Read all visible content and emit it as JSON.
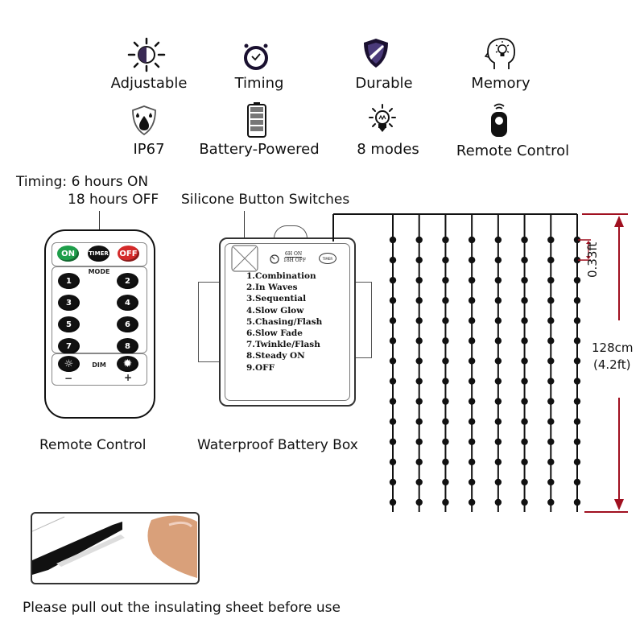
{
  "features": [
    {
      "label": "Adjustable",
      "icon": "brightness-icon"
    },
    {
      "label": "Timing",
      "icon": "stopwatch-icon"
    },
    {
      "label": "Durable",
      "icon": "shield-icon"
    },
    {
      "label": "Memory",
      "icon": "head-lightbulb-icon"
    },
    {
      "label": "IP67",
      "icon": "waterproof-shield-icon"
    },
    {
      "label": "Battery-Powered",
      "icon": "battery-icon"
    },
    {
      "label": "8 modes",
      "icon": "lightbulb-icon"
    },
    {
      "label": "Remote Control",
      "icon": "remote-signal-icon"
    }
  ],
  "timing_note": {
    "line1": "Timing: 6 hours ON",
    "line2": "18 hours OFF"
  },
  "switch_note": "Silicone Button Switches",
  "remote": {
    "caption": "Remote Control",
    "on": "ON",
    "timer": "TIMER",
    "off": "OFF",
    "mode_label": "MODE",
    "numbers": [
      "1",
      "2",
      "3",
      "4",
      "5",
      "6",
      "7",
      "8"
    ],
    "dim_label": "DIM",
    "minus": "−",
    "plus": "+",
    "colors": {
      "on": "#1e9e4a",
      "off": "#d42a2a",
      "timer": "#111111"
    }
  },
  "battery_box": {
    "caption": "Waterproof Battery Box",
    "timer_top": "6H ON",
    "timer_bottom": "18H OFF",
    "timer_btn": "TIMER",
    "modes": [
      "1.Combination",
      "2.In Waves",
      "3.Sequential",
      "4.Slow Glow",
      "5.Chasing/Flash",
      "6.Slow Fade",
      "7.Twinkle/Flash",
      "8.Steady ON",
      "9.OFF"
    ]
  },
  "curtain": {
    "strands": 8,
    "bulbs_per_strand": 14,
    "height_cm": "128cm",
    "height_ft": "(4.2ft)",
    "spacing": "0.33ft",
    "dimension_color": "#a01020"
  },
  "insulating_note": "Please pull out the insulating sheet before use"
}
